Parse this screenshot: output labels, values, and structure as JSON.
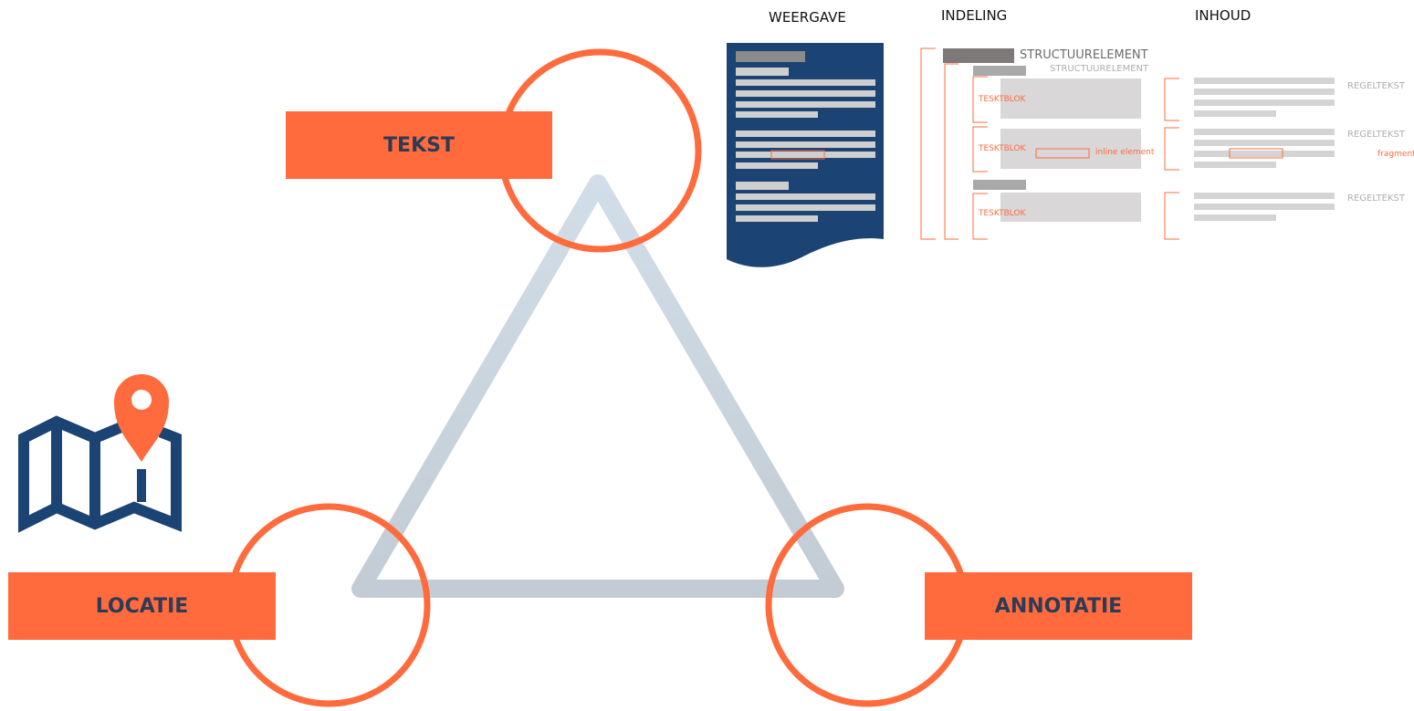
{
  "colors": {
    "accent": "#ff6b3d",
    "navy": "#1b4373",
    "triangle": "#c9d3dc",
    "label_text": "#2e3b55",
    "placeholder": "#cfcfcf",
    "dark_gray": "#7d7979"
  },
  "concepts": {
    "top": "TEKST",
    "left": "LOCATIE",
    "right": "ANNOTATIE"
  },
  "icons": {
    "map": "map-with-pin-icon",
    "document": "document-page-icon"
  },
  "columns": {
    "weergave": "WEERGAVE",
    "indeling": "INDELING",
    "inhoud": "INHOUD"
  },
  "indeling": {
    "structure_1": "STRUCTUURELEMENT",
    "structure_2": "STRUCTUURELEMENT",
    "blocks": [
      "TESKTBLOK",
      "TESKTBLOK",
      "TESKTBLOK"
    ],
    "inline": "inline element"
  },
  "inhoud": {
    "regeltekst": [
      "REGELTEKST",
      "REGELTEKST",
      "REGELTEKST"
    ],
    "fragment": "fragment"
  }
}
